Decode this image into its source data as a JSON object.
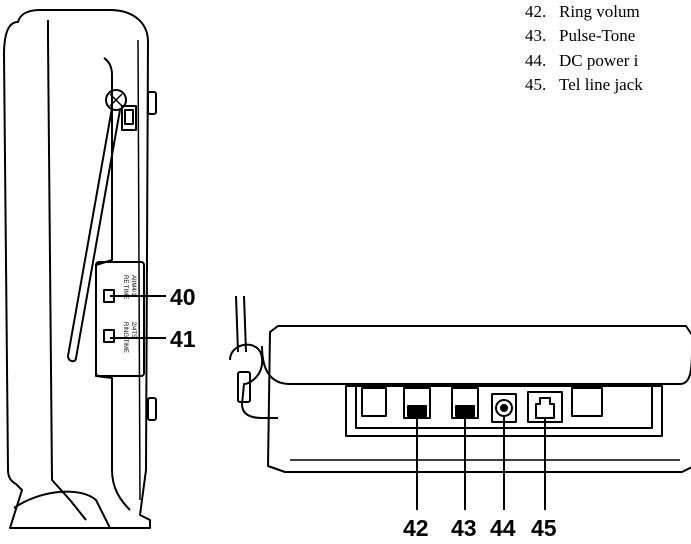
{
  "legend": [
    {
      "num": "42.",
      "text": "Ring volum"
    },
    {
      "num": "43.",
      "text": "Pulse-Tone"
    },
    {
      "num": "44.",
      "text": "DC power i"
    },
    {
      "num": "45.",
      "text": "Tel line jack"
    }
  ],
  "callouts": {
    "c40": "40",
    "c41": "41",
    "c42": "42",
    "c43": "43",
    "c44": "44",
    "c45": "45"
  },
  "switch_labels": {
    "top_line1": "RE TIME",
    "top_line2": "AIIM4/1",
    "bottom_line1": "RING TIME",
    "bottom_line2": "2/4TS"
  }
}
